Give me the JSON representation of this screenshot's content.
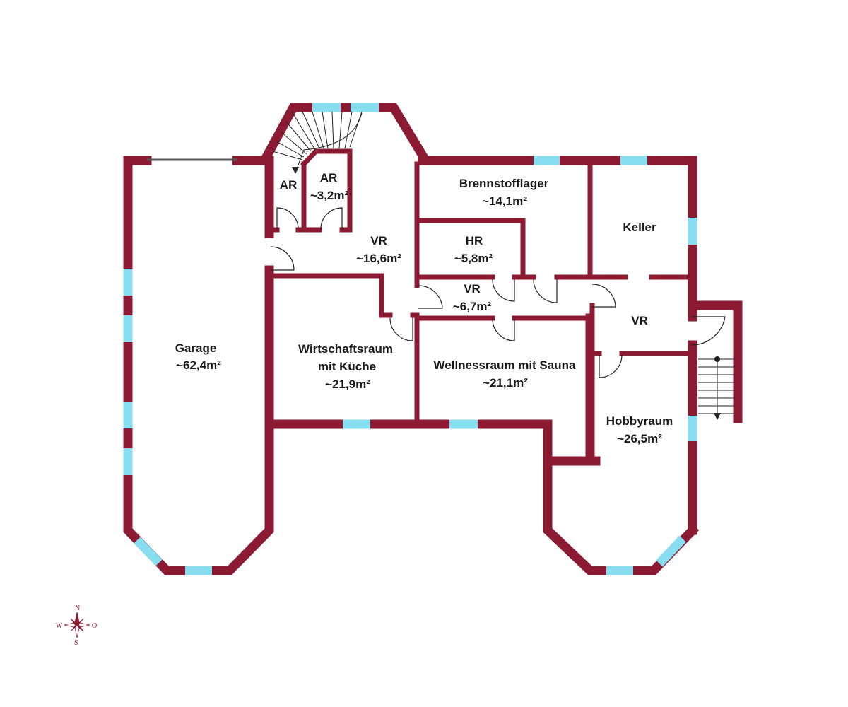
{
  "colors": {
    "wall": "#8b1a32",
    "window": "#87def0",
    "door": "#222222",
    "background": "#ffffff"
  },
  "rooms": {
    "garage": {
      "name": "Garage",
      "area": "~62,4m²"
    },
    "ar1": {
      "name": "AR"
    },
    "ar2": {
      "name": "AR",
      "area": "~3,2m²"
    },
    "vr1": {
      "name": "VR",
      "area": "~16,6m²"
    },
    "brennstofflager": {
      "name": "Brennstofflager",
      "area": "~14,1m²"
    },
    "keller": {
      "name": "Keller"
    },
    "hr": {
      "name": "HR",
      "area": "~5,8m²"
    },
    "vr2": {
      "name": "VR",
      "area": "~6,7m²"
    },
    "vr3": {
      "name": "VR"
    },
    "wirtschaftsraum": {
      "name": "Wirtschaftsraum",
      "name2": "mit Küche",
      "area": "~21,9m²"
    },
    "wellness": {
      "name": "Wellnessraum mit Sauna",
      "area": "~21,1m²"
    },
    "hobbyraum": {
      "name": "Hobbyraum",
      "area": "~26,5m²"
    }
  },
  "compass": {
    "n": "N",
    "s": "S",
    "w": "W",
    "o": "O"
  }
}
